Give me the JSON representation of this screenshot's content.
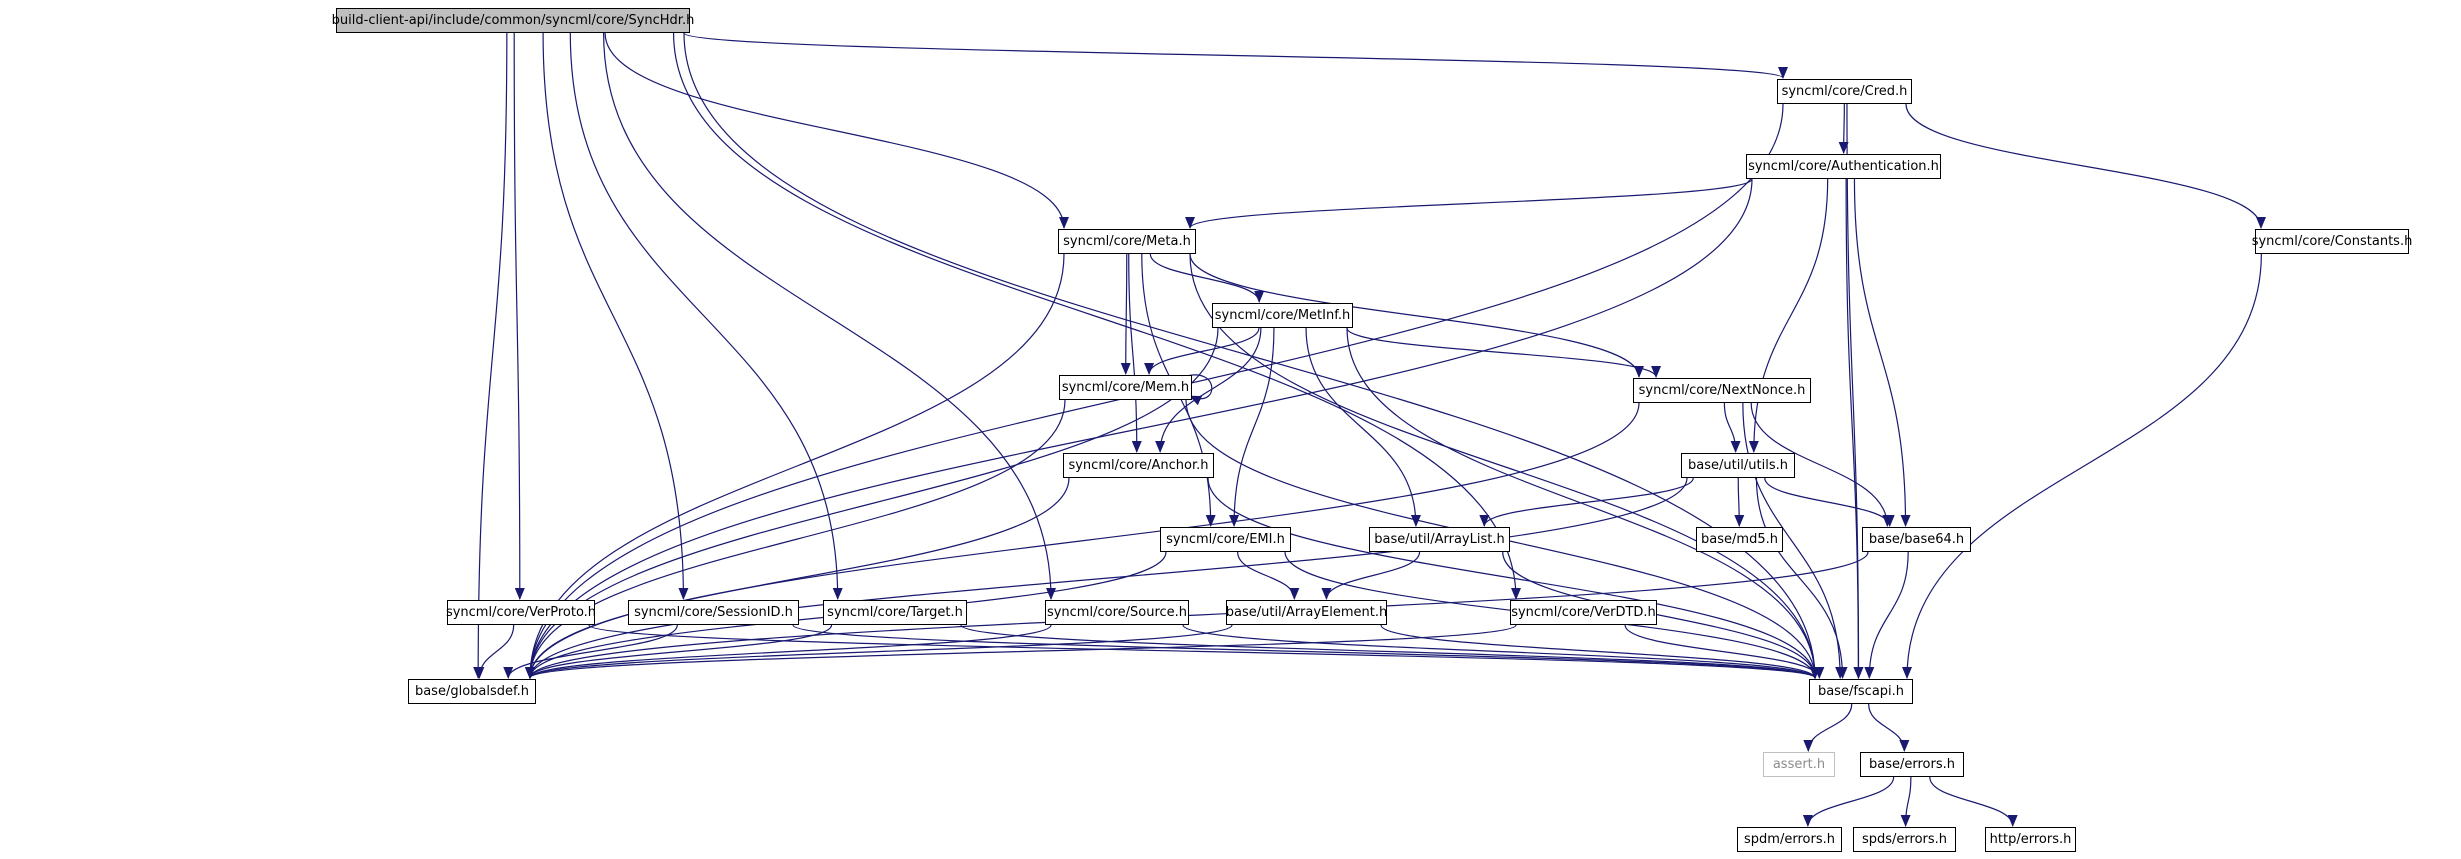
{
  "nodes": {
    "synchdr": {
      "label": "build-client-api/include/common/syncml/core/SyncHdr.h"
    },
    "cred": {
      "label": "syncml/core/Cred.h"
    },
    "authentication": {
      "label": "syncml/core/Authentication.h"
    },
    "constants": {
      "label": "syncml/core/Constants.h"
    },
    "meta": {
      "label": "syncml/core/Meta.h"
    },
    "metinf": {
      "label": "syncml/core/MetInf.h"
    },
    "mem": {
      "label": "syncml/core/Mem.h"
    },
    "nextnonce": {
      "label": "syncml/core/NextNonce.h"
    },
    "anchor": {
      "label": "syncml/core/Anchor.h"
    },
    "utils": {
      "label": "base/util/utils.h"
    },
    "emi": {
      "label": "syncml/core/EMI.h"
    },
    "arraylist": {
      "label": "base/util/ArrayList.h"
    },
    "md5": {
      "label": "base/md5.h"
    },
    "base64": {
      "label": "base/base64.h"
    },
    "verproto": {
      "label": "syncml/core/VerProto.h"
    },
    "sessionid": {
      "label": "syncml/core/SessionID.h"
    },
    "target": {
      "label": "syncml/core/Target.h"
    },
    "source": {
      "label": "syncml/core/Source.h"
    },
    "arrayelement": {
      "label": "base/util/ArrayElement.h"
    },
    "verdtd": {
      "label": "syncml/core/VerDTD.h"
    },
    "globalsdef": {
      "label": "base/globalsdef.h"
    },
    "fscapi": {
      "label": "base/fscapi.h"
    },
    "assert": {
      "label": "assert.h"
    },
    "errors": {
      "label": "base/errors.h"
    },
    "spdm_errors": {
      "label": "spdm/errors.h"
    },
    "spds_errors": {
      "label": "spds/errors.h"
    },
    "http_errors": {
      "label": "http/errors.h"
    }
  },
  "edges": [
    [
      "synchdr",
      "cred"
    ],
    [
      "synchdr",
      "meta"
    ],
    [
      "synchdr",
      "verproto"
    ],
    [
      "synchdr",
      "sessionid"
    ],
    [
      "synchdr",
      "target"
    ],
    [
      "synchdr",
      "source"
    ],
    [
      "synchdr",
      "verdtd"
    ],
    [
      "synchdr",
      "globalsdef"
    ],
    [
      "synchdr",
      "fscapi"
    ],
    [
      "cred",
      "authentication"
    ],
    [
      "cred",
      "constants"
    ],
    [
      "cred",
      "globalsdef"
    ],
    [
      "cred",
      "fscapi"
    ],
    [
      "authentication",
      "meta"
    ],
    [
      "authentication",
      "utils"
    ],
    [
      "authentication",
      "base64"
    ],
    [
      "authentication",
      "globalsdef"
    ],
    [
      "authentication",
      "fscapi"
    ],
    [
      "constants",
      "fscapi"
    ],
    [
      "meta",
      "metinf"
    ],
    [
      "meta",
      "mem"
    ],
    [
      "meta",
      "nextnonce"
    ],
    [
      "meta",
      "anchor"
    ],
    [
      "meta",
      "emi"
    ],
    [
      "meta",
      "globalsdef"
    ],
    [
      "meta",
      "fscapi"
    ],
    [
      "metinf",
      "mem"
    ],
    [
      "metinf",
      "nextnonce"
    ],
    [
      "metinf",
      "anchor"
    ],
    [
      "metinf",
      "emi"
    ],
    [
      "metinf",
      "arraylist"
    ],
    [
      "metinf",
      "globalsdef"
    ],
    [
      "metinf",
      "fscapi"
    ],
    [
      "mem",
      "mem"
    ],
    [
      "mem",
      "globalsdef"
    ],
    [
      "mem",
      "fscapi"
    ],
    [
      "nextnonce",
      "utils"
    ],
    [
      "nextnonce",
      "base64"
    ],
    [
      "nextnonce",
      "globalsdef"
    ],
    [
      "nextnonce",
      "fscapi"
    ],
    [
      "anchor",
      "globalsdef"
    ],
    [
      "anchor",
      "fscapi"
    ],
    [
      "utils",
      "arraylist"
    ],
    [
      "utils",
      "md5"
    ],
    [
      "utils",
      "base64"
    ],
    [
      "utils",
      "globalsdef"
    ],
    [
      "utils",
      "fscapi"
    ],
    [
      "emi",
      "arrayelement"
    ],
    [
      "emi",
      "globalsdef"
    ],
    [
      "emi",
      "fscapi"
    ],
    [
      "arraylist",
      "arrayelement"
    ],
    [
      "arraylist",
      "fscapi"
    ],
    [
      "base64",
      "globalsdef"
    ],
    [
      "base64",
      "fscapi"
    ],
    [
      "verproto",
      "globalsdef"
    ],
    [
      "verproto",
      "fscapi"
    ],
    [
      "sessionid",
      "globalsdef"
    ],
    [
      "sessionid",
      "fscapi"
    ],
    [
      "target",
      "globalsdef"
    ],
    [
      "target",
      "fscapi"
    ],
    [
      "source",
      "globalsdef"
    ],
    [
      "source",
      "fscapi"
    ],
    [
      "arrayelement",
      "globalsdef"
    ],
    [
      "arrayelement",
      "fscapi"
    ],
    [
      "verdtd",
      "globalsdef"
    ],
    [
      "verdtd",
      "fscapi"
    ],
    [
      "fscapi",
      "assert"
    ],
    [
      "fscapi",
      "errors"
    ],
    [
      "errors",
      "spdm_errors"
    ],
    [
      "errors",
      "spds_errors"
    ],
    [
      "errors",
      "http_errors"
    ]
  ],
  "colors": {
    "edge": "#191970",
    "root_fill": "#bfbfbf",
    "node_border": "#000000",
    "external_border": "#bfbfbf"
  }
}
